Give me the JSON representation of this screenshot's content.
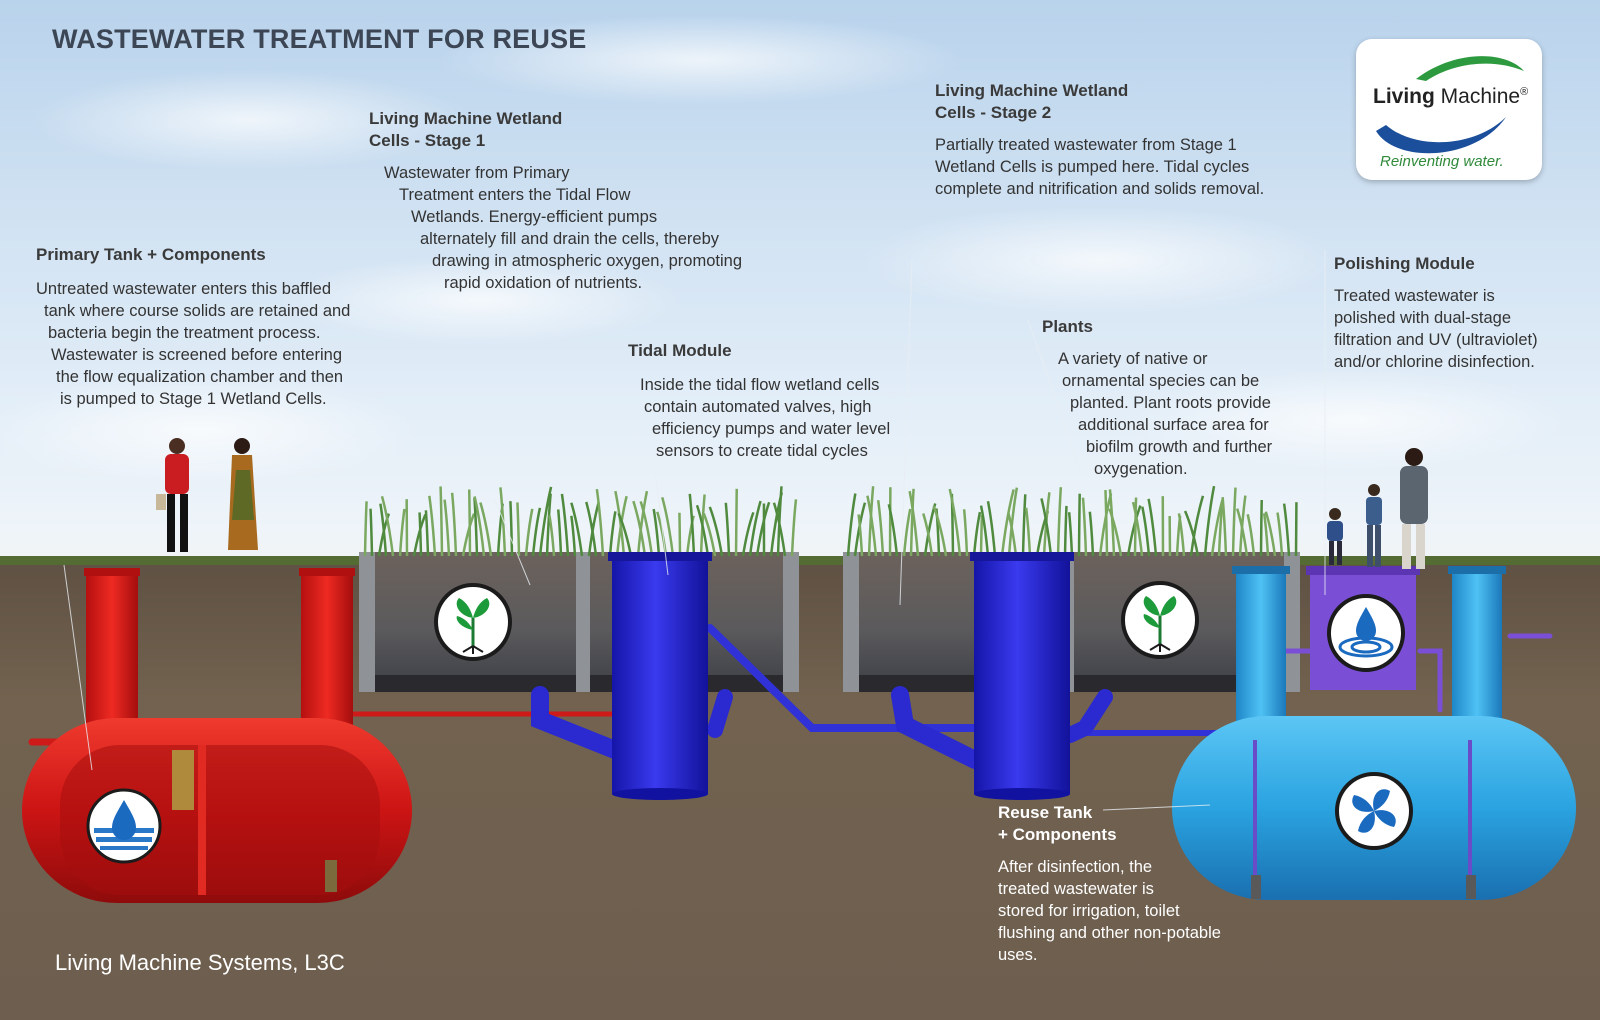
{
  "title": "WASTEWATER TREATMENT FOR REUSE",
  "footer": "Living Machine Systems, L3C",
  "logo": {
    "name_bold": "Living",
    "name_rest": " Machine",
    "registered": "®",
    "tagline": "Reinventing water."
  },
  "sections": {
    "primary": {
      "heading": "Primary Tank + Components",
      "lines": [
        "Untreated wastewater enters this baffled",
        "tank where course solids are retained and",
        "bacteria begin the treatment process.",
        "Wastewater is screened before entering",
        "the flow equalization chamber and then",
        "is pumped to Stage 1 Wetland Cells."
      ]
    },
    "stage1": {
      "heading": [
        "Living Machine Wetland",
        "Cells - Stage 1"
      ],
      "lines": [
        "Wastewater from Primary",
        "Treatment enters the Tidal Flow",
        "Wetlands. Energy-efficient pumps",
        "alternately fill and drain the cells, thereby",
        "drawing in atmospheric oxygen, promoting",
        "rapid oxidation of nutrients."
      ]
    },
    "tidal": {
      "heading": "Tidal Module",
      "lines": [
        "Inside the tidal flow wetland cells",
        "contain automated valves, high",
        "efficiency pumps and water level",
        "sensors to create tidal cycles"
      ]
    },
    "stage2": {
      "heading": [
        "Living Machine Wetland",
        "Cells - Stage 2"
      ],
      "lines": [
        "Partially treated wastewater from Stage 1",
        "Wetland Cells is pumped here. Tidal cycles",
        "complete and nitrification and solids removal."
      ]
    },
    "plants": {
      "heading": "Plants",
      "lines": [
        "A variety of native or",
        "ornamental species can be",
        "planted. Plant roots provide",
        "additional surface area for",
        "biofilm growth and further",
        "oxygenation."
      ]
    },
    "polishing": {
      "heading": "Polishing Module",
      "lines": [
        "Treated wastewater is",
        "polished with dual-stage",
        "filtration and UV (ultraviolet)",
        "and/or chlorine disinfection."
      ]
    },
    "reuse": {
      "heading": [
        "Reuse Tank",
        "+ Components"
      ],
      "lines": [
        "After disinfection, the",
        "treated wastewater is",
        "stored for irrigation, toilet",
        "flushing and other non-potable",
        "uses."
      ]
    }
  },
  "colors": {
    "primary_tank": "#d01818",
    "tidal_module": "#2222cc",
    "reuse_tank": "#2aa3e0",
    "polishing_module": "#7a4fd6",
    "ground": "#6e5e4e",
    "sky": "#cfe1f2"
  },
  "icons": [
    "water-drop-icon",
    "plant-icon",
    "plant-icon",
    "water-ripple-icon",
    "propeller-icon"
  ]
}
